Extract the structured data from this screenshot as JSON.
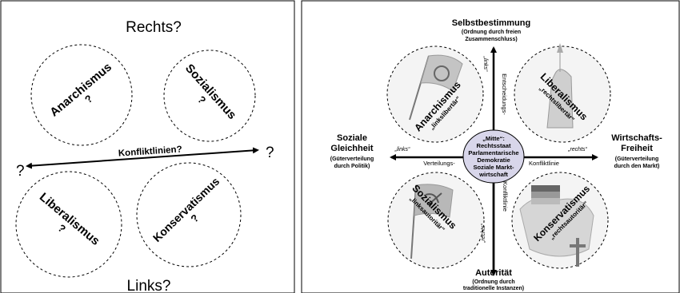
{
  "left_panel": {
    "top_label": "Rechts?",
    "bottom_label": "Links?",
    "axis_label": "Konfliktlinien?",
    "left_q": "?",
    "right_q": "?",
    "circles": [
      {
        "name": "Anarchismus",
        "q": "?"
      },
      {
        "name": "Sozialismus",
        "q": "?"
      },
      {
        "name": "Liberalismus",
        "q": "?"
      },
      {
        "name": "Konservatismus",
        "q": "?"
      }
    ]
  },
  "right_panel": {
    "top_title": "Selbstbestimmung",
    "top_sub1": "(Ordnung durch freien",
    "top_sub2": "Zusammenschluss)",
    "bottom_title": "Autorität",
    "bottom_sub1": "(Ordnung durch",
    "bottom_sub2": "traditionelle Instanzen)",
    "left_title1": "Soziale",
    "left_title2": "Gleichheit",
    "left_sub1": "(Güterverteilung",
    "left_sub2": "durch Politik)",
    "right_title1": "Wirtschafts-",
    "right_title2": "Freiheit",
    "right_sub1": "(Güterverteilung",
    "right_sub2": "durch den Markt)",
    "axis_links_top": "„links“",
    "axis_entscheidungs": "Entscheidungs-",
    "axis_links_left": "„links“",
    "axis_rechts_right": "„rechts“",
    "axis_konfliktlinie_h": "Konfliktlinie",
    "axis_verteilungs": "Verteilungs-",
    "axis_konfliktlinie_v": "Konfliktlinie",
    "axis_rechts_bottom": "„rechts“",
    "center": [
      "„Mitte“:",
      "Rechtsstaat",
      "Parlamentarische",
      "Demokratie",
      "Soziale Markt-",
      "wirtschaft"
    ],
    "quadrants": [
      {
        "name": "Anarchismus",
        "sub": "„linkslibertär“"
      },
      {
        "name": "Liberalismus",
        "sub": "„rechtslibertär“"
      },
      {
        "name": "Sozialismus",
        "sub": "„linksautoritär“"
      },
      {
        "name": "Konservatismus",
        "sub": "„rechtsautoritär“"
      }
    ]
  }
}
